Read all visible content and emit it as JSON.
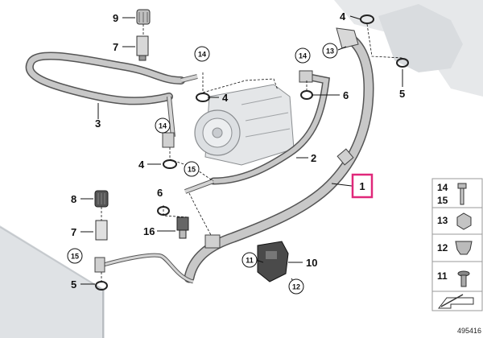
{
  "callouts": {
    "c1": "1",
    "c2": "2",
    "c3": "3",
    "c4a": "4",
    "c4b": "4",
    "c4c": "4",
    "c5a": "5",
    "c5b": "5",
    "c6a": "6",
    "c6b": "6",
    "c7a": "7",
    "c7b": "7",
    "c8": "8",
    "c9": "9",
    "c10": "10",
    "c11": "11",
    "c12": "12",
    "c13": "13",
    "c14a": "14",
    "c14b": "14",
    "c14c": "14",
    "c15a": "15",
    "c15b": "15",
    "c16": "16"
  },
  "legend": {
    "row1_a": "14",
    "row1_b": "15",
    "row2": "13",
    "row3": "12",
    "row4": "11"
  },
  "reference_number": "495416",
  "colors": {
    "highlight": "#e0287a",
    "hose": "#c8c8c8",
    "outline": "#333333",
    "legend_bg": "#ffffff"
  }
}
